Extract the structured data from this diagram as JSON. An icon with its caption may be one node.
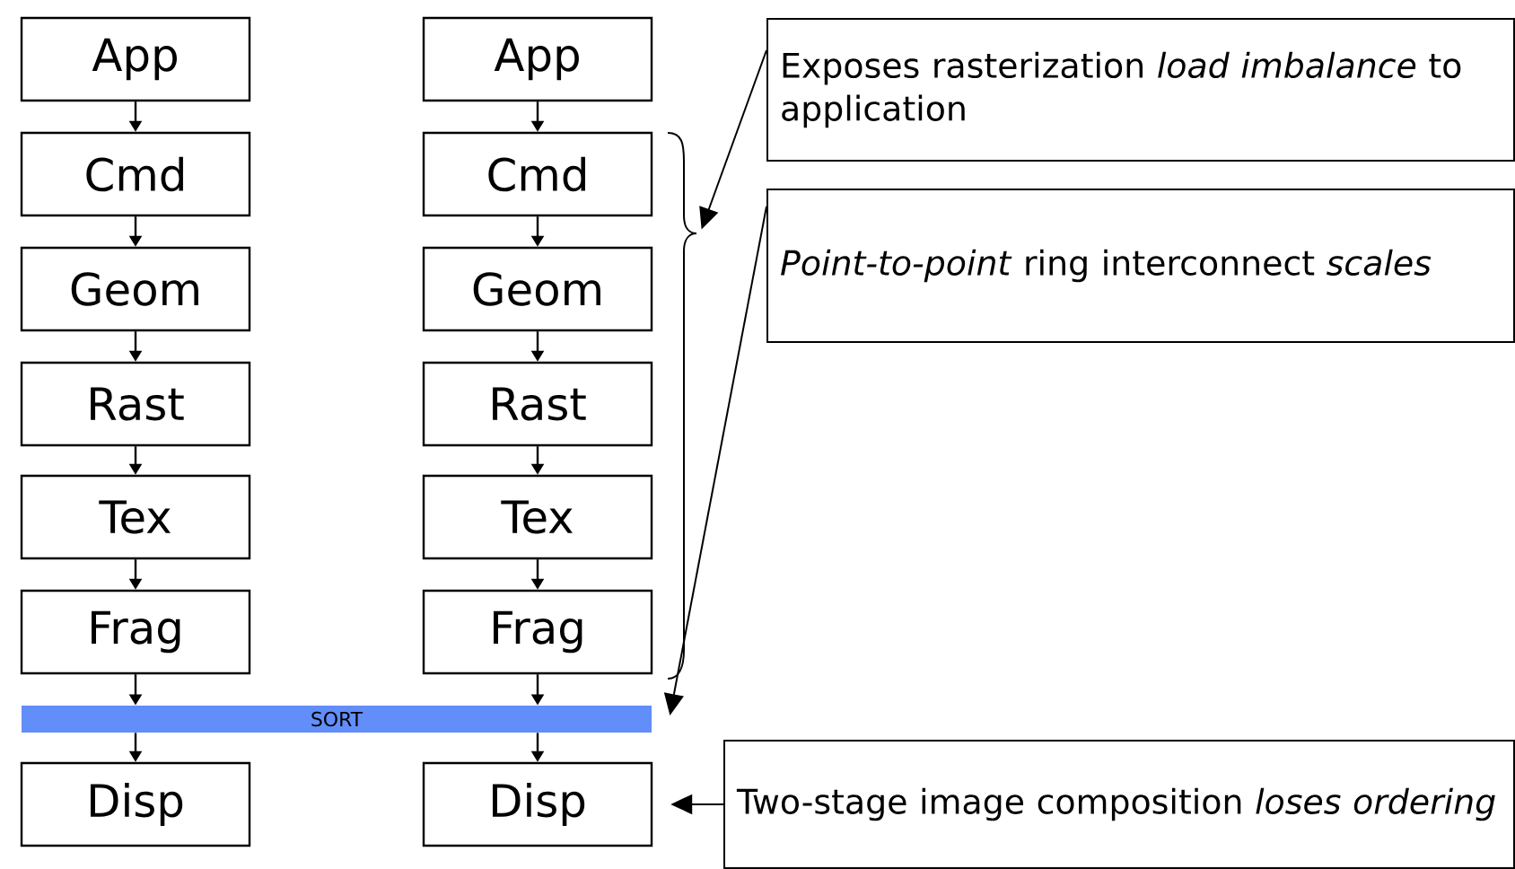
{
  "diagram": {
    "nodes": [
      {
        "text": [
          "App"
        ]
      },
      {
        "text": [
          "Cmd"
        ]
      },
      {
        "text": [
          "Geom"
        ]
      },
      {
        "text": [
          "Rast"
        ]
      },
      {
        "text": [
          "Tex"
        ]
      },
      {
        "text": [
          "Frag"
        ]
      },
      {
        "text": [
          "App"
        ]
      },
      {
        "text": [
          "Cmd"
        ]
      },
      {
        "text": [
          "Geom"
        ]
      },
      {
        "text": [
          "Rast"
        ]
      },
      {
        "text": [
          "Tex"
        ]
      },
      {
        "text": [
          "Frag"
        ]
      },
      {
        "text": [],
        "shape": "brace"
      },
      {
        "text": [
          "SORT"
        ]
      },
      {
        "text": [
          "Disp"
        ]
      },
      {
        "text": [
          "Disp"
        ]
      },
      {
        "text": [
          "Exposes rasterization *load imbalance* to application"
        ]
      },
      {
        "text": [
          "*Point-to-point* ring interconnect *scales*"
        ]
      },
      {
        "text": [
          "Two-stage image composition *loses ordering*"
        ]
      }
    ],
    "edges": [
      {
        "from": 0,
        "to": 1,
        "arrow": "to"
      },
      {
        "from": 1,
        "to": 2,
        "arrow": "to"
      },
      {
        "from": 2,
        "to": 3,
        "arrow": "to"
      },
      {
        "from": 3,
        "to": 4,
        "arrow": "to"
      },
      {
        "from": 4,
        "to": 5,
        "arrow": "to"
      },
      {
        "from": 5,
        "to": 13,
        "arrow": "to"
      },
      {
        "from": 13,
        "to": 14,
        "arrow": "to"
      },
      {
        "from": 6,
        "to": 7,
        "arrow": "to"
      },
      {
        "from": 7,
        "to": 8,
        "arrow": "to"
      },
      {
        "from": 8,
        "to": 9,
        "arrow": "to"
      },
      {
        "from": 9,
        "to": 10,
        "arrow": "to"
      },
      {
        "from": 10,
        "to": 11,
        "arrow": "to"
      },
      {
        "from": 11,
        "to": 13,
        "arrow": "to"
      },
      {
        "from": 13,
        "to": 15,
        "arrow": "to"
      },
      {
        "from": 16,
        "to": 12,
        "arrow": "to"
      },
      {
        "from": 17,
        "to": 13,
        "arrow": "to"
      },
      {
        "from": 18,
        "to": 15,
        "arrow": "to"
      }
    ]
  }
}
